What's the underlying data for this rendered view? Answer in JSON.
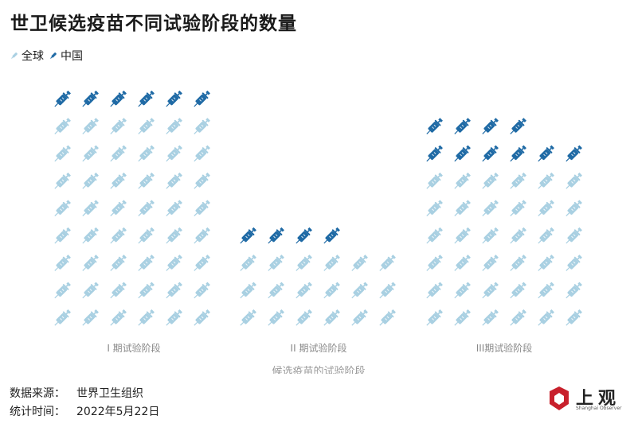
{
  "title": "世卫候选疫苗不同试验阶段的数量",
  "legend": {
    "global": "全球",
    "china": "中国"
  },
  "colors": {
    "global": "#a9d0e2",
    "china": "#1f6aa5"
  },
  "icon": "syringe-icon",
  "footer": {
    "source_label": "数据来源：",
    "source_value": "世界卫生组织",
    "date_label": "统计时间：",
    "date_value": "2022年5月22日"
  },
  "logo": {
    "name": "上观",
    "sub": "Shanghai Observer"
  },
  "chart_data": {
    "type": "pictogram",
    "xlabel": "候选疫苗的试验阶段",
    "categories": [
      "I 期试验阶段",
      "II 期试验阶段",
      "III期试验阶段"
    ],
    "series": [
      {
        "name": "全球",
        "values": [
          54,
          22,
          46
        ]
      },
      {
        "name": "中国",
        "values": [
          6,
          4,
          10
        ]
      }
    ],
    "columns_per_group": 6
  }
}
